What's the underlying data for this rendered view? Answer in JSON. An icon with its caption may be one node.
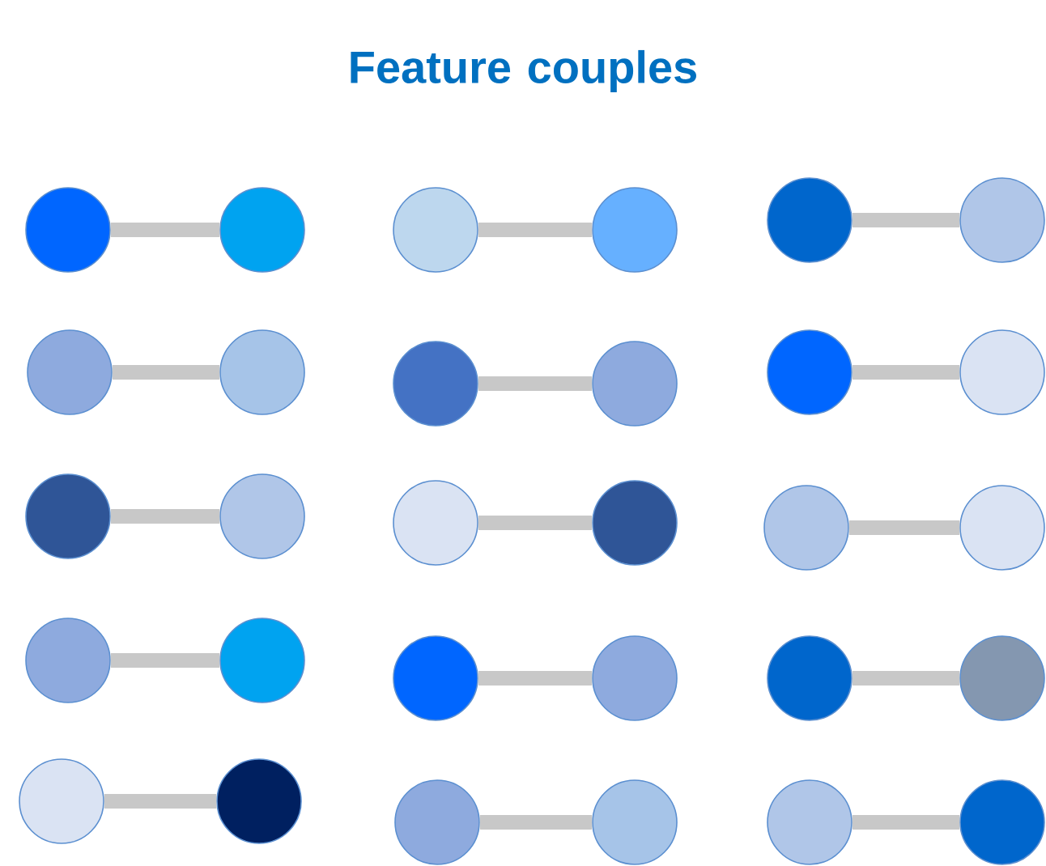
{
  "diagram": {
    "title": "Feature couples",
    "nodes": [
      {
        "text": [],
        "shape": "circle"
      },
      {
        "text": [],
        "shape": "circle"
      },
      {
        "text": [],
        "shape": "circle"
      },
      {
        "text": [],
        "shape": "circle"
      },
      {
        "text": [],
        "shape": "circle"
      },
      {
        "text": [],
        "shape": "circle"
      },
      {
        "text": [],
        "shape": "circle"
      },
      {
        "text": [],
        "shape": "circle"
      },
      {
        "text": [],
        "shape": "circle"
      },
      {
        "text": [],
        "shape": "circle"
      },
      {
        "text": [],
        "shape": "circle"
      },
      {
        "text": [],
        "shape": "circle"
      },
      {
        "text": [],
        "shape": "circle"
      },
      {
        "text": [],
        "shape": "circle"
      },
      {
        "text": [],
        "shape": "circle"
      },
      {
        "text": [],
        "shape": "circle"
      },
      {
        "text": [],
        "shape": "circle"
      },
      {
        "text": [],
        "shape": "circle"
      },
      {
        "text": [],
        "shape": "circle"
      },
      {
        "text": [],
        "shape": "circle"
      },
      {
        "text": [],
        "shape": "circle"
      },
      {
        "text": [],
        "shape": "circle"
      },
      {
        "text": [],
        "shape": "circle"
      },
      {
        "text": [],
        "shape": "circle"
      },
      {
        "text": [],
        "shape": "circle"
      },
      {
        "text": [],
        "shape": "circle"
      },
      {
        "text": [],
        "shape": "circle"
      },
      {
        "text": [],
        "shape": "circle"
      },
      {
        "text": [],
        "shape": "circle"
      },
      {
        "text": [],
        "shape": "circle"
      }
    ],
    "edges": [
      {
        "from": 0,
        "to": 1,
        "arrow": "none"
      },
      {
        "from": 2,
        "to": 3,
        "arrow": "none"
      },
      {
        "from": 4,
        "to": 5,
        "arrow": "none"
      },
      {
        "from": 6,
        "to": 7,
        "arrow": "none"
      },
      {
        "from": 8,
        "to": 9,
        "arrow": "none"
      },
      {
        "from": 10,
        "to": 11,
        "arrow": "none"
      },
      {
        "from": 12,
        "to": 13,
        "arrow": "none"
      },
      {
        "from": 14,
        "to": 15,
        "arrow": "none"
      },
      {
        "from": 16,
        "to": 17,
        "arrow": "none"
      },
      {
        "from": 18,
        "to": 19,
        "arrow": "none"
      },
      {
        "from": 20,
        "to": 21,
        "arrow": "none"
      },
      {
        "from": 22,
        "to": 23,
        "arrow": "none"
      },
      {
        "from": 24,
        "to": 25,
        "arrow": "none"
      },
      {
        "from": 26,
        "to": 27,
        "arrow": "none"
      },
      {
        "from": 28,
        "to": 29,
        "arrow": "none"
      }
    ]
  }
}
